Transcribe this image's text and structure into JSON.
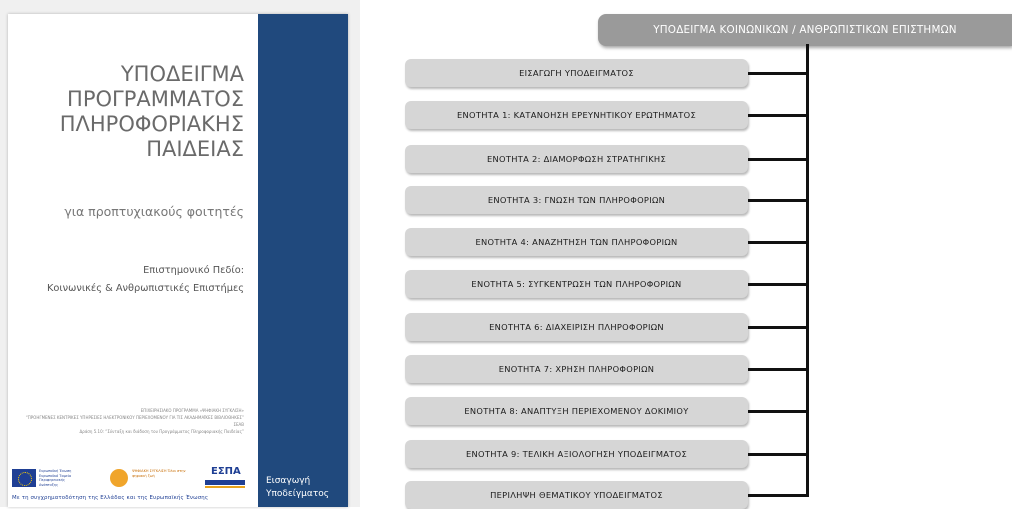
{
  "cover": {
    "title_lines": [
      "ΥΠΟΔΕΙΓΜΑ",
      "ΠΡΟΓΡΑΜΜΑΤΟΣ",
      "ΠΛΗΡΟΦΟΡΙΑΚΗΣ",
      "ΠΑΙΔΕΙΑΣ"
    ],
    "subtitle": "για προπτυχιακούς φοιτητές",
    "field_line1": "Επιστημονικό Πεδίο:",
    "field_line2": "Κοινωνικές & Ανθρωπιστικές Επιστήμες",
    "program_line1": "ΕΠΙΧΕΙΡΗΣΙΑΚΟ ΠΡΟΓΡΑΜΜΑ «ΨΗΦΙΑΚΗ ΣΥΓΚΛΙΣΗ»",
    "program_line2": "“ΠΡΟΗΓΜΕΝΕΣ ΚΕΝΤΡΙΚΕΣ ΥΠΗΡΕΣΙΕΣ ΗΛΕΚΤΡΟΝΙΚΟΥ ΠΕΡΙΕΧΟΜΕΝΟΥ ΓΙΑ ΤΙΣ ΑΚΑΔΗΜΑΪΚΕΣ ΒΙΒΛΙΟΘΗΚΕΣ”",
    "program_line3": "ΣΕΑΒ",
    "program_line4": "Δράση 5.10: “Σύνταξη και διάδοση του Προγράμματος Πληροφοριακής Παιδείας”",
    "logo_eu_text": "Ευρωπαϊκή Ένωση Ευρωπαϊκό Ταμείο Περιφερειακής Ανάπτυξης",
    "logo_dp_text": "ΨΗΦΙΑΚΗ ΣΥΓΚΛΙΣΗ Όλοι στην ψηφιακή ζωή",
    "logo_espa_text": "ΕΣΠΑ",
    "footer": "Με τη συγχρηματοδότηση της Ελλάδας και της Ευρωπαϊκής Ένωσης",
    "stripe_label_line1": "Εισαγωγή",
    "stripe_label_line2": "Υποδείγματος",
    "stripe_color": "#20497d"
  },
  "diagram": {
    "header": "ΥΠΟΔΕΙΓΜΑ ΚΟΙΝΩΝΙΚΩΝ  / ΑΝΘΡΩΠΙΣΤΙΚΩΝ  ΕΠΙΣΤΗΜΩΝ",
    "items": [
      "ΕΙΣΑΓΩΓΗ ΥΠΟΔΕΙΓΜΑΤΟΣ",
      "ΕΝΟΤΗΤΑ 1: ΚΑΤΑΝΟΗΣΗ ΕΡΕΥΝΗΤΙΚΟΥ ΕΡΩΤΗΜΑΤΟΣ",
      "ΕΝΟΤΗΤΑ 2: ΔΙΑΜΟΡΦΩΣΗ ΣΤΡΑΤΗΓΙΚΗΣ",
      "ΕΝΟΤΗΤΑ 3: ΓΝΩΣΗ ΤΩΝ ΠΛΗΡΟΦΟΡΙΩΝ",
      "ΕΝΟΤΗΤΑ 4: ΑΝΑΖΗΤΗΣΗ ΤΩΝ ΠΛΗΡΟΦΟΡΙΩΝ",
      "ΕΝΟΤΗΤΑ 5: ΣΥΓΚΕΝΤΡΩΣΗ  ΤΩΝ ΠΛΗΡΟΦΟΡΙΩΝ",
      "ΕΝΟΤΗΤΑ 6: ΔΙΑΧΕΙΡΙΣΗ ΠΛΗΡΟΦΟΡΙΩΝ",
      "ΕΝΟΤΗΤΑ 7: ΧΡΗΣΗ ΠΛΗΡΟΦΟΡΙΩΝ",
      "ΕΝΟΤΗΤΑ 8: ΑΝΑΠΤΥΞΗ ΠΕΡΙΕΧΟΜΕΝΟΥ ΔΟΚΙΜΙΟΥ",
      "ΕΝΟΤΗΤΑ 9: ΤΕΛΙΚΗ ΑΞΙΟΛΟΓΗΣΗ ΥΠΟΔΕΙΓΜΑΤΟΣ",
      "ΠΕΡΙΛΗΨΗ ΘΕΜΑΤΙΚΟΥ ΥΠΟΔΕΙΓΜΑΤΟΣ"
    ]
  }
}
